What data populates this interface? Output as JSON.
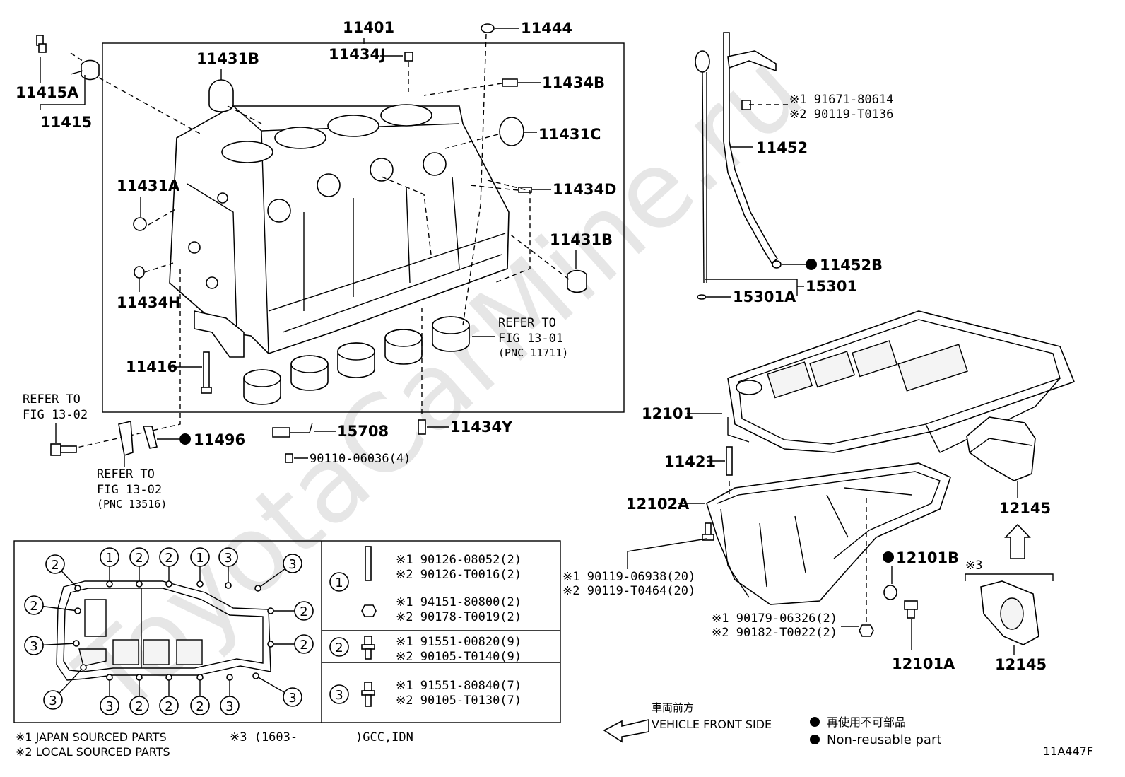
{
  "figure_code": "11A447F",
  "watermark": "ToyotaCarMine.ru",
  "labels": {
    "p11401": "11401",
    "p11444": "11444",
    "p11434J": "11434J",
    "p11431B_top": "11431B",
    "p11434B": "11434B",
    "p11431C": "11431C",
    "p11431A": "11431A",
    "p11434D": "11434D",
    "p11431B_right": "11431B",
    "p11434H": "11434H",
    "p11416": "11416",
    "p11415A": "11415A",
    "p11415": "11415",
    "p11496": "11496",
    "p15708": "15708",
    "p11434Y": "11434Y",
    "p90110": "90110-06036(4)",
    "p11452": "11452",
    "p11452B": "11452B",
    "p15301": "15301",
    "p15301A": "15301A",
    "p12101": "12101",
    "p11421": "11421",
    "p12102A": "12102A",
    "p12101B": "12101B",
    "p12101A": "12101A",
    "p12145_top": "12145",
    "p12145_bottom": "12145"
  },
  "refer": {
    "r1301_a": "REFER TO",
    "r1301_b": "FIG 13-01",
    "r1301_c": "(PNC 11711)",
    "r1302_left_a": "REFER TO",
    "r1302_left_b": "FIG 13-02",
    "r1302_bottom_a": "REFER TO",
    "r1302_bottom_b": "FIG 13-02",
    "r1302_bottom_c": "(PNC 13516)"
  },
  "alt_parts": {
    "bolt_dipstick_1": "※1 91671-80614",
    "bolt_dipstick_2": "※2 90119-T0136",
    "pan_bolt_1": "※1 90119-06938(20)",
    "pan_bolt_2": "※2 90119-T0464(20)",
    "nut_1": "※1 90179-06326(2)",
    "nut_2": "※2 90182-T0022(2)",
    "note3": "※3"
  },
  "legend_table": {
    "rows": [
      {
        "num": "1",
        "lines": [
          "※1 90126-08052(2)",
          "※2 90126-T0016(2)",
          "※1 94151-80800(2)",
          "※2 90178-T0019(2)"
        ]
      },
      {
        "num": "2",
        "lines": [
          "※1 91551-00820(9)",
          "※2 90105-T0140(9)"
        ]
      },
      {
        "num": "3",
        "lines": [
          "※1 91551-80840(7)",
          "※2 90105-T0130(7)"
        ]
      }
    ]
  },
  "footnotes": {
    "n1": "※1 JAPAN SOURCED PARTS",
    "n2": "※2 LOCAL SOURCED PARTS",
    "n3": "※3 (1603-        )GCC,IDN"
  },
  "direction": {
    "jp": "車両前方",
    "en": "VEHICLE FRONT SIDE"
  },
  "non_reusable": {
    "jp": "再使用不可部品",
    "en": "Non-reusable part"
  },
  "circle_numbers": {
    "top": [
      "2",
      "1",
      "2",
      "2",
      "1",
      "3",
      "3"
    ],
    "left": [
      "2",
      "3",
      "3"
    ],
    "right": [
      "2",
      "2",
      "3"
    ],
    "bottom": [
      "3",
      "2",
      "2",
      "2",
      "3"
    ]
  }
}
